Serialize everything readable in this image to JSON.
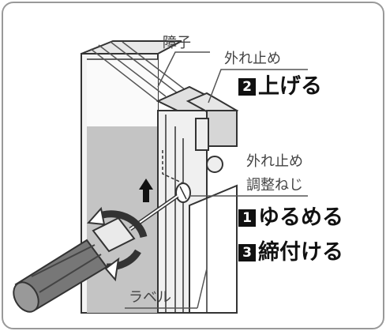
{
  "labels": {
    "shoji": "障子",
    "hazure_tome": "外れ止め",
    "adjust_line1": "外れ止め",
    "adjust_line2": "調整ねじ",
    "label": "ラベル"
  },
  "steps": [
    {
      "num": "2",
      "text": "上げる"
    },
    {
      "num": "1",
      "text": "ゆるめる"
    },
    {
      "num": "3",
      "text": "締付ける"
    }
  ],
  "colors": {
    "frame": "#b5b5b5",
    "glass": "#c9c9c9",
    "line": "#333333",
    "badge": "#111111"
  }
}
